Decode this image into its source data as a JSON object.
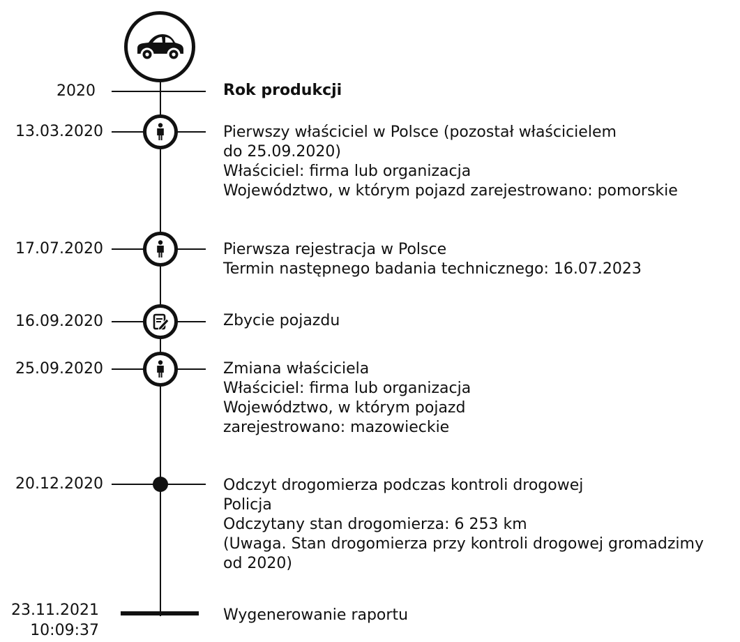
{
  "events": [
    {
      "date": "2020",
      "lines": [
        "Rok produkcji"
      ]
    },
    {
      "date": "13.03.2020",
      "lines": [
        "Pierwszy właściciel w Polsce (pozostał właścicielem",
        "do 25.09.2020)",
        "Właściciel: firma lub organizacja",
        "Województwo, w którym pojazd zarejestrowano: pomorskie"
      ]
    },
    {
      "date": "17.07.2020",
      "lines": [
        "Pierwsza rejestracja w Polsce",
        "Termin następnego badania technicznego: 16.07.2023"
      ]
    },
    {
      "date": "16.09.2020",
      "lines": [
        "Zbycie pojazdu"
      ]
    },
    {
      "date": "25.09.2020",
      "lines": [
        "Zmiana właściciela",
        "Właściciel: firma lub organizacja",
        "Województwo, w którym pojazd",
        "zarejestrowano: mazowieckie"
      ]
    },
    {
      "date": "20.12.2020",
      "lines": [
        "Odczyt drogomierza podczas kontroli drogowej",
        "Policja",
        "Odczytany stan drogomierza: 6 253 km",
        "(Uwaga. Stan drogomierza przy kontroli drogowej gromadzimy",
        "od 2020)"
      ]
    },
    {
      "date": "23.11.2021",
      "time": "10:09:37",
      "lines": [
        "Wygenerowanie raportu"
      ]
    }
  ]
}
